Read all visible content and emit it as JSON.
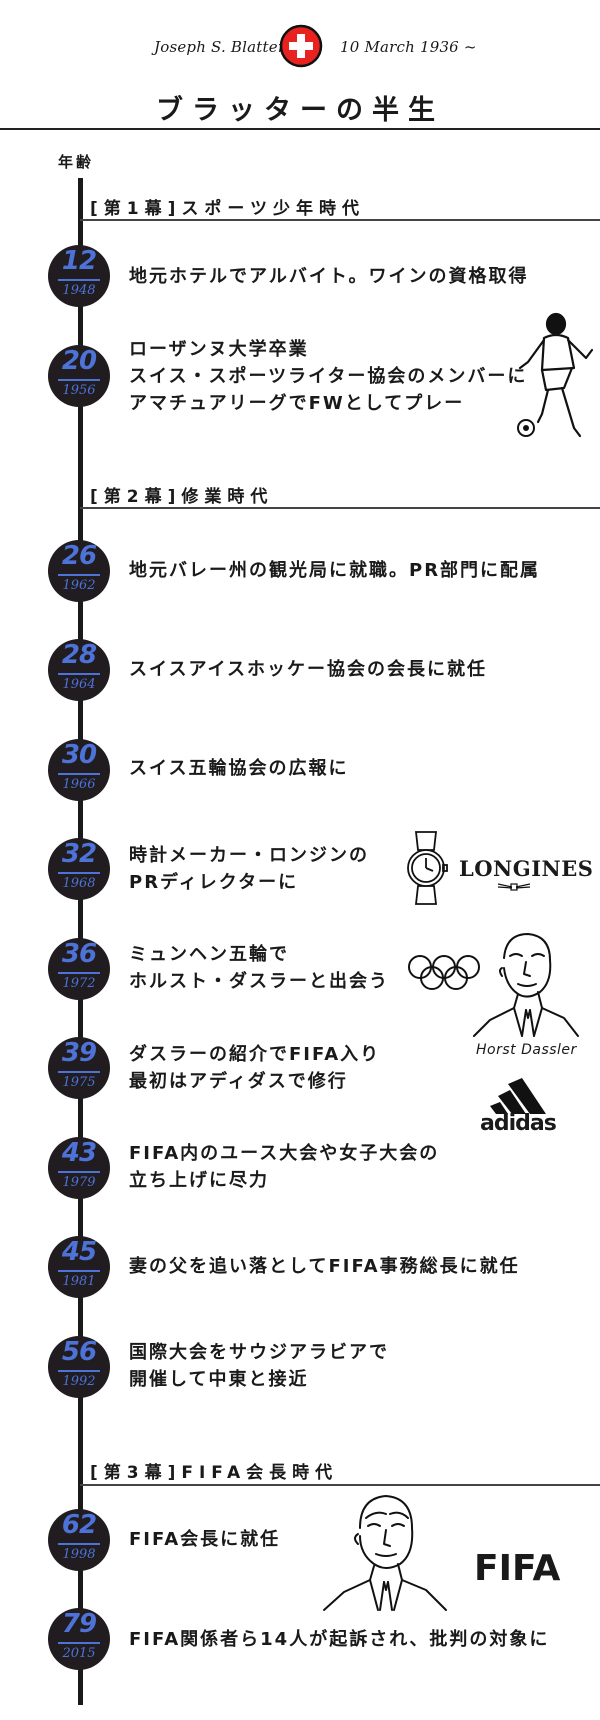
{
  "header": {
    "name": "Joseph S. Blatter",
    "date": "10 March 1936 ~",
    "title": "ブラッターの半生",
    "flag_icon": "swiss-flag-icon",
    "flag_color": "#e8231f"
  },
  "age_label": "年齢",
  "chapters": [
    {
      "label": "[第1幕]スポーツ少年時代"
    },
    {
      "label": "[第2幕]修業時代"
    },
    {
      "label": "[第3幕]FIFA会長時代"
    }
  ],
  "events": [
    {
      "age": "12",
      "year": "1948",
      "lines": [
        "地元ホテルでアルバイト。ワインの資格取得"
      ]
    },
    {
      "age": "20",
      "year": "1956",
      "lines": [
        "ローザンヌ大学卒業",
        "スイス・スポーツライター協会のメンバーに",
        "アマチュアリーグでFWとしてプレー"
      ]
    },
    {
      "age": "26",
      "year": "1962",
      "lines": [
        "地元バレー州の観光局に就職。PR部門に配属"
      ]
    },
    {
      "age": "28",
      "year": "1964",
      "lines": [
        "スイスアイスホッケー協会の会長に就任"
      ]
    },
    {
      "age": "30",
      "year": "1966",
      "lines": [
        "スイス五輪協会の広報に"
      ]
    },
    {
      "age": "32",
      "year": "1968",
      "lines": [
        "時計メーカー・ロンジンの",
        "PRディレクターに"
      ]
    },
    {
      "age": "36",
      "year": "1972",
      "lines": [
        "ミュンヘン五輪で",
        "ホルスト・ダスラーと出会う"
      ]
    },
    {
      "age": "39",
      "year": "1975",
      "lines": [
        "ダスラーの紹介でFIFA入り",
        "最初はアディダスで修行"
      ]
    },
    {
      "age": "43",
      "year": "1979",
      "lines": [
        "FIFA内のユース大会や女子大会の",
        "立ち上げに尽力"
      ]
    },
    {
      "age": "45",
      "year": "1981",
      "lines": [
        "妻の父を追い落としてFIFA事務総長に就任"
      ]
    },
    {
      "age": "56",
      "year": "1992",
      "lines": [
        "国際大会をサウジアラビアで",
        "開催して中東と接近"
      ]
    },
    {
      "age": "62",
      "year": "1998",
      "lines": [
        "FIFA会長に就任"
      ]
    },
    {
      "age": "79",
      "year": "2015",
      "lines": [
        "FIFA関係者ら14人が起訴され、批判の対象に"
      ]
    }
  ],
  "illustrations": {
    "longines": "LONGINES",
    "dassler_caption": "Horst Dassler",
    "adidas": "adidas",
    "fifa": "FIFA"
  },
  "colors": {
    "accent": "#4d73d8",
    "badge": "#211c1f",
    "ink": "#1a1a1a"
  }
}
